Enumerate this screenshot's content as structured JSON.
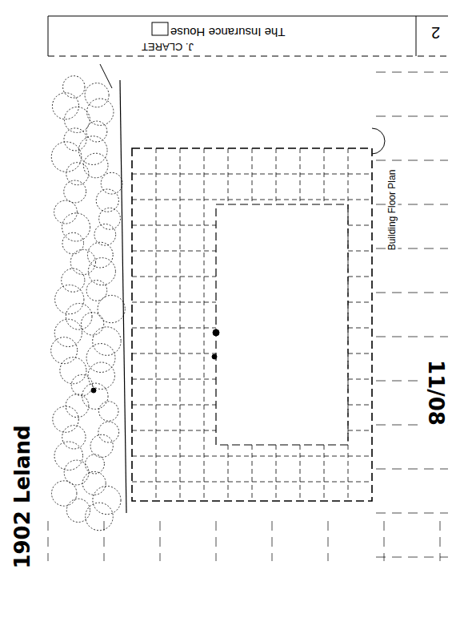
{
  "diagram": {
    "title": "Building Floor Plan",
    "labels": [
      "The Insurance House",
      "J. CLARET",
      "2",
      "1902 Leland",
      "11/08"
    ]
  }
}
